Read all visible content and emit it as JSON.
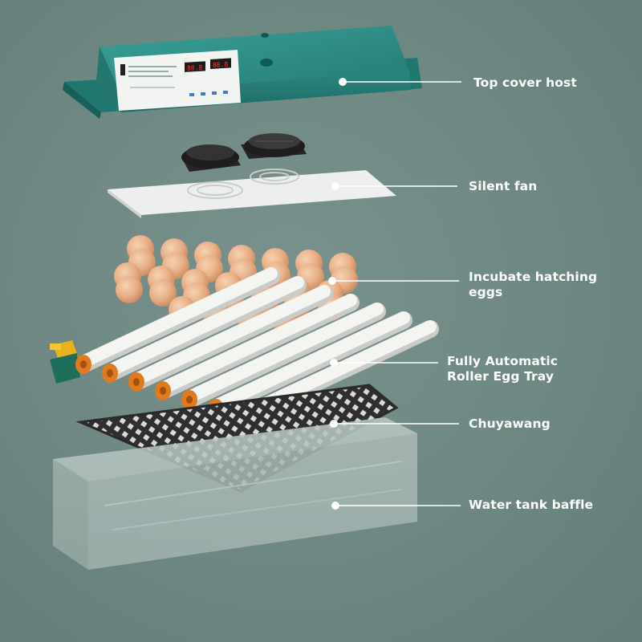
{
  "callouts": [
    {
      "id": "top-cover-host",
      "label": "Top cover host"
    },
    {
      "id": "silent-fan",
      "label": "Silent fan"
    },
    {
      "id": "incubate-hatching-eggs",
      "label": "Incubate hatching\neggs"
    },
    {
      "id": "roller-egg-tray",
      "label": "Fully Automatic\nRoller Egg Tray"
    },
    {
      "id": "chuyawang",
      "label": "Chuyawang"
    },
    {
      "id": "water-tank-baffle",
      "label": "Water tank baffle"
    }
  ],
  "colors": {
    "background": "#6f8883",
    "cover": "#2e8f87",
    "egg": "#e8b58c",
    "roller": "#f4f4f1",
    "roller_cap": "#e07a1e",
    "mesh": "#333333",
    "leader": "#ffffff"
  }
}
